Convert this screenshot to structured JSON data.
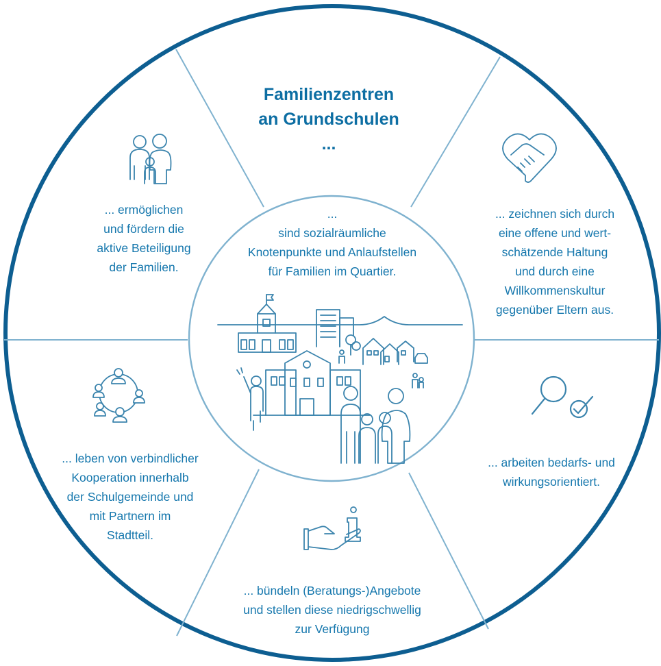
{
  "title": {
    "line1": "Familienzentren",
    "line2": "an Grundschulen",
    "line3": "..."
  },
  "center": {
    "lines": [
      "...",
      "sind sozialräumliche",
      "Knotenpunkte und Anlaufstellen",
      "für Familien im Quartier."
    ]
  },
  "segments": {
    "participation": [
      "... ermöglichen",
      "und fördern die",
      "aktive Beteiligung",
      "der Familien."
    ],
    "attitude": [
      "... zeichnen sich durch",
      "eine offene und wert-",
      "schätzende Haltung",
      "und durch eine",
      "Willkommenskultur",
      "gegenüber Eltern aus."
    ],
    "cooperation": [
      "... leben von verbindlicher",
      "Kooperation innerhalb",
      "der Schulgemeinde und",
      "mit Partnern im",
      "Stadtteil."
    ],
    "needs": [
      "... arbeiten bedarfs- und",
      "wirkungsorientiert."
    ],
    "offers": [
      "... bündeln (Beratungs-)Angebote",
      "und stellen diese niedrigschwellig",
      "zur Verfügung"
    ]
  },
  "icons": {
    "participation": "family-icon",
    "attitude": "heart-handshake-icon",
    "cooperation": "people-circle-network-icon",
    "needs": "magnifier-check-icon",
    "offers": "hand-info-icon",
    "center": "school-neighborhood-illustration"
  },
  "colors": {
    "outer_ring": "#0d5e91",
    "lines": "#7fb2cf",
    "text": "#1577ad",
    "title": "#0d6ea3",
    "icons": "#3b84ad"
  }
}
